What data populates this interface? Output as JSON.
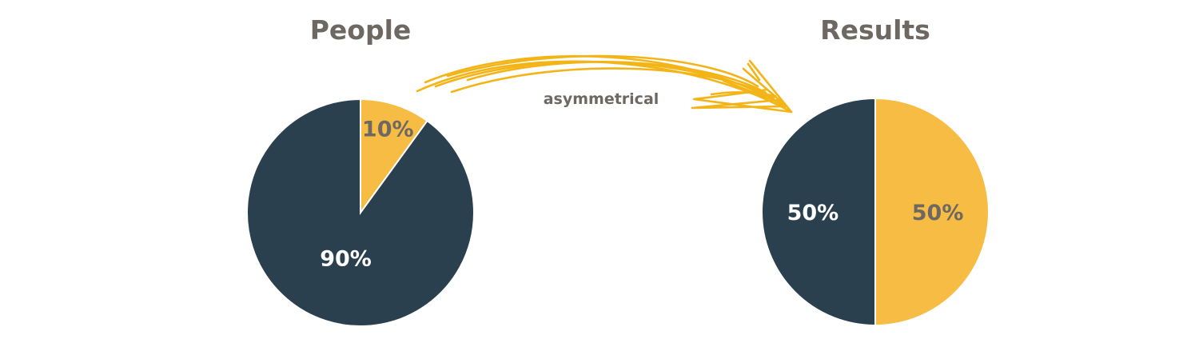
{
  "colors": {
    "dark": "#2a404f",
    "gold": "#f7bc43",
    "title": "#6e6863",
    "gold_label": "#6e6863",
    "dark_label": "#ffffff",
    "arrow": "#f3b417"
  },
  "annotation": {
    "text": "asymmetrical"
  },
  "chart_data": [
    {
      "type": "pie",
      "title": "People",
      "slices": [
        {
          "value": 10,
          "label": "10%",
          "color": "gold"
        },
        {
          "value": 90,
          "label": "90%",
          "color": "dark"
        }
      ]
    },
    {
      "type": "pie",
      "title": "Results",
      "slices": [
        {
          "value": 50,
          "label": "50%",
          "color": "gold"
        },
        {
          "value": 50,
          "label": "50%",
          "color": "dark"
        }
      ]
    }
  ]
}
